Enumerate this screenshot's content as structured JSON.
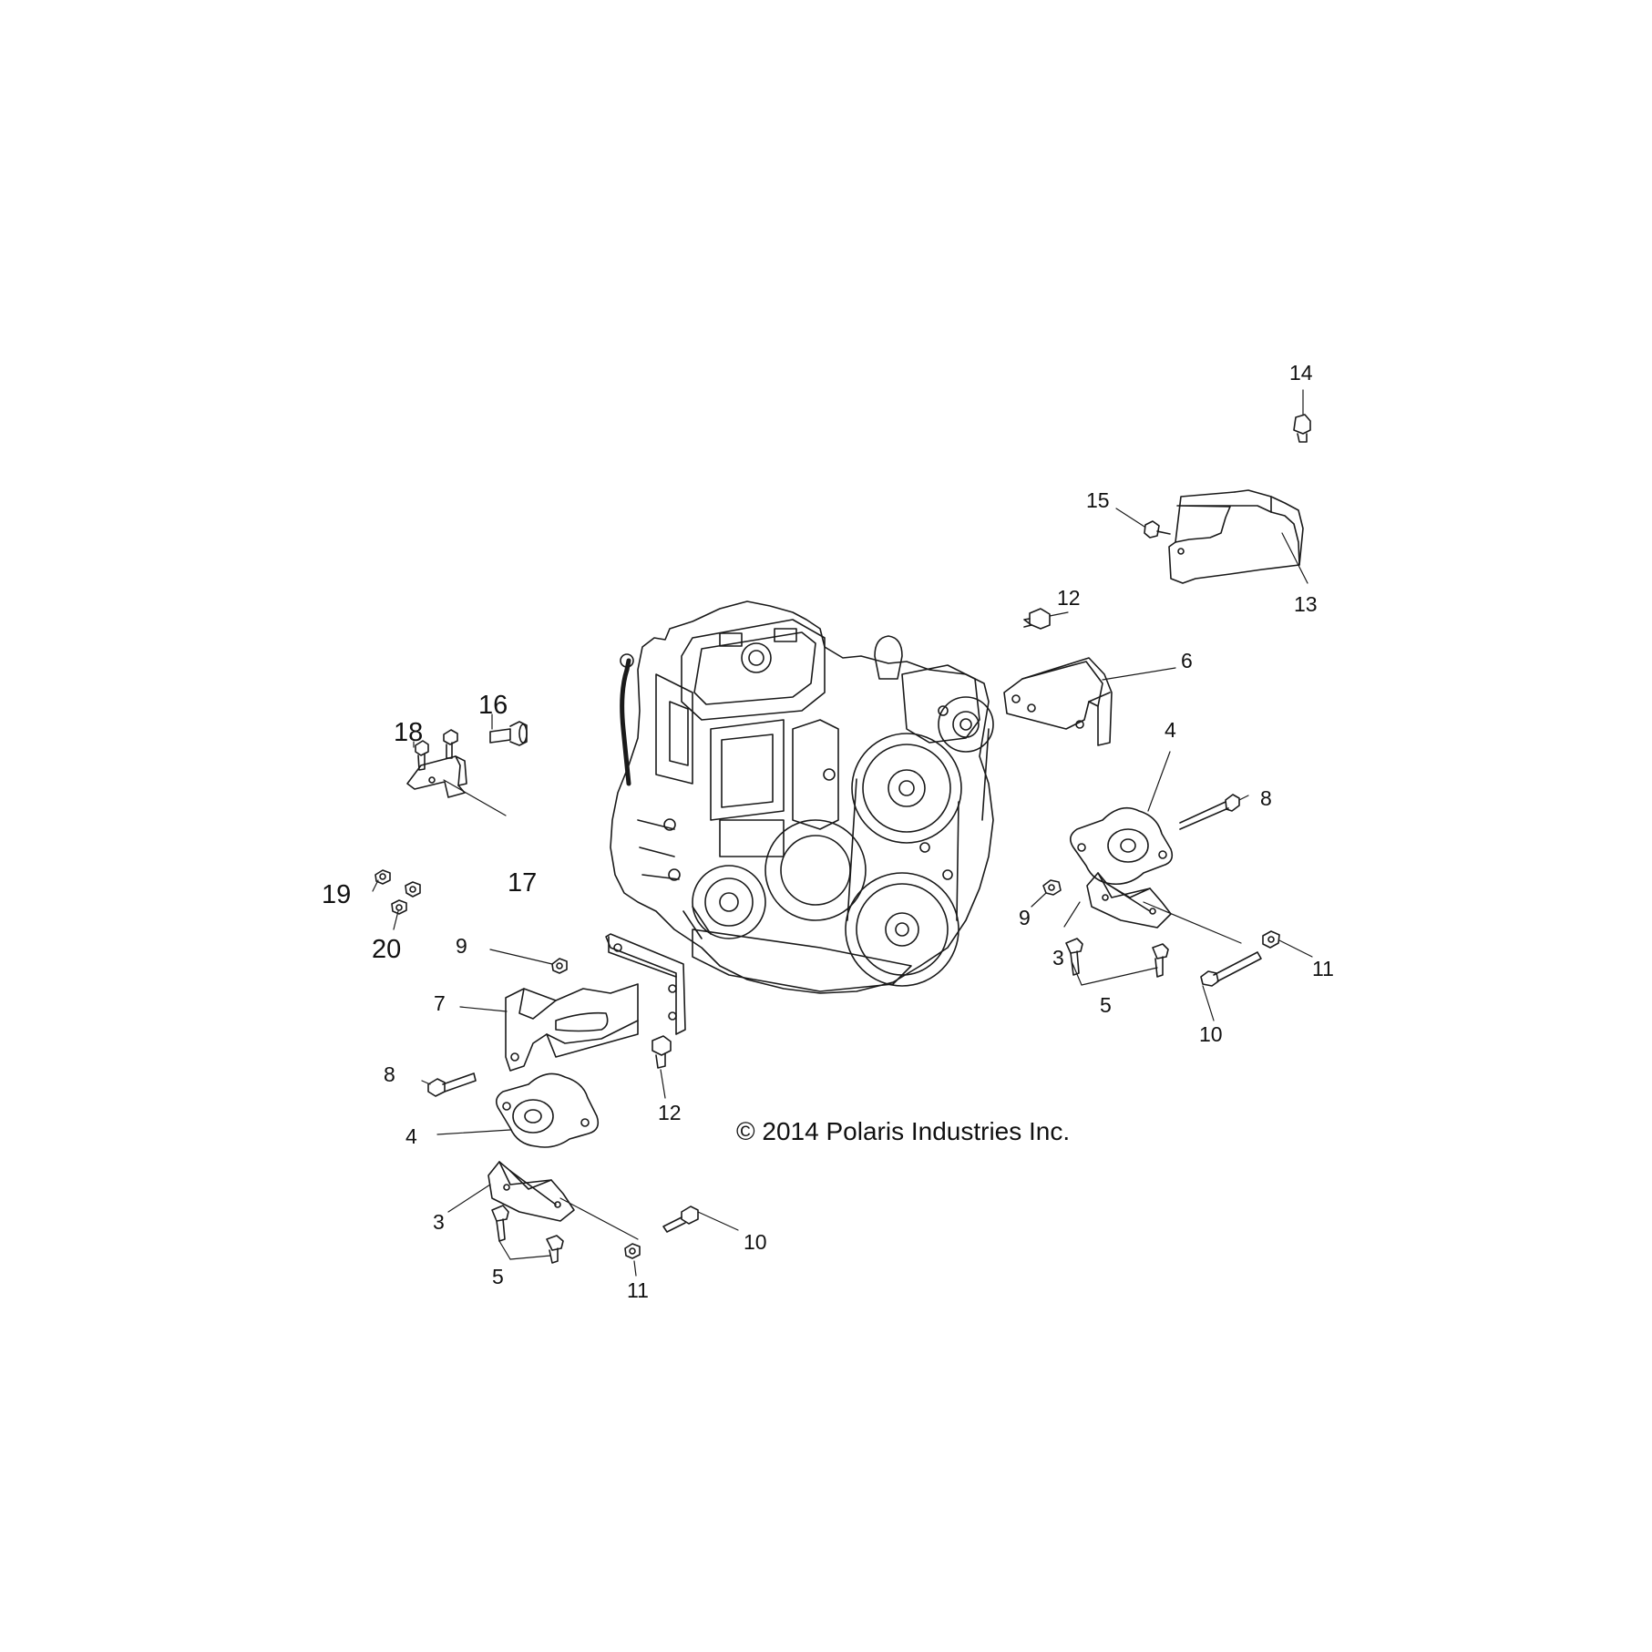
{
  "diagram": {
    "copyright": "© 2014 Polaris Industries Inc.",
    "callouts": {
      "c14": "14",
      "c15": "15",
      "c13": "13",
      "c12_top": "12",
      "c6": "6",
      "c4_right": "4",
      "c8_right": "8",
      "c9_right": "9",
      "c3_right": "3",
      "c11_right": "11",
      "c5_right": "5",
      "c10_right": "10",
      "c16": "16",
      "c18": "18",
      "c17": "17",
      "c19": "19",
      "c20": "20",
      "c9_left": "9",
      "c7": "7",
      "c12_left": "12",
      "c8_left": "8",
      "c4_left": "4",
      "c3_left": "3",
      "c10_left": "10",
      "c5_left": "5",
      "c11_left": "11"
    },
    "parts": [
      "engine-assembly",
      "rear-heat-shield",
      "upper-mount-bracket",
      "front-mount-bracket",
      "engine-mount-isolator",
      "mount-bracket-lower",
      "breather-bracket"
    ]
  }
}
